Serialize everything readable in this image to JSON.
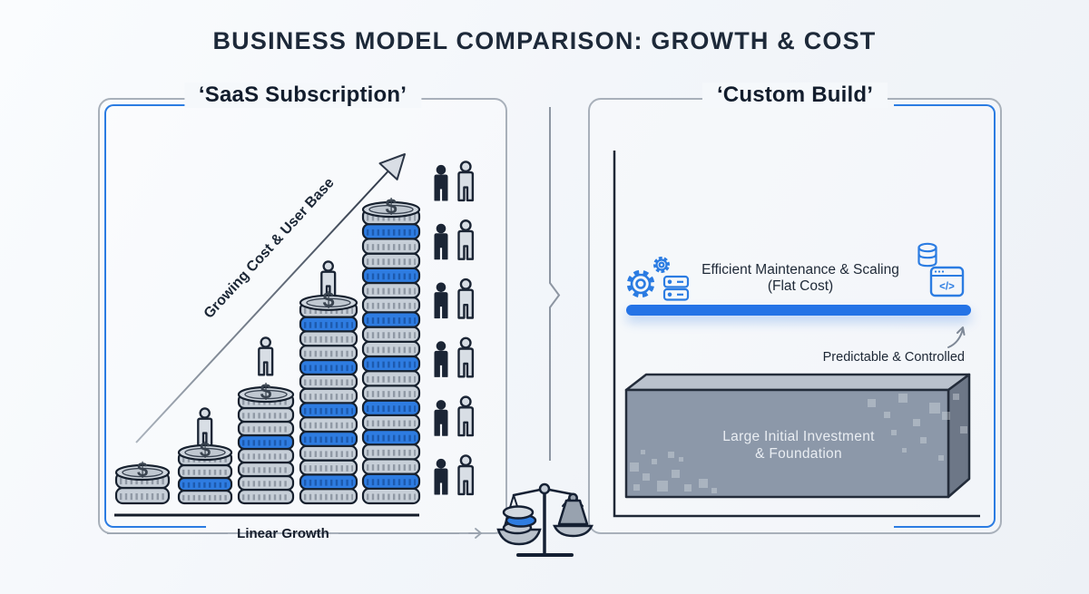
{
  "page": {
    "title": "BUSINESS MODEL COMPARISON: GROWTH & COST"
  },
  "left_panel": {
    "title": "‘SaaS Subscription’",
    "arrow_label": "Growing Cost & User Base",
    "axis_label": "Linear Growth",
    "coin_symbol": "$",
    "stacks": [
      {
        "coins": 2,
        "blue": []
      },
      {
        "coins": 4,
        "blue": [
          1
        ]
      },
      {
        "coins": 8,
        "blue": [
          4
        ]
      },
      {
        "coins": 14,
        "blue": [
          1,
          4,
          6,
          9,
          12
        ]
      },
      {
        "coins": 20,
        "blue": [
          1,
          4,
          6,
          9,
          12,
          15,
          18
        ]
      }
    ],
    "user_pair_rows": 6
  },
  "right_panel": {
    "title": "‘Custom Build’",
    "flat_line_label_1": "Efficient Maintenance & Scaling",
    "flat_line_label_2": "(Flat Cost)",
    "note": "Predictable & Controlled",
    "block_label_1": "Large Initial Investment",
    "block_label_2": "& Foundation",
    "code_icon_glyph": "</>"
  },
  "icons": [
    "gear-icon",
    "small-gear-icon",
    "server-icon",
    "database-icon",
    "code-window-icon",
    "balance-scale-icon",
    "user-icon",
    "coin-stack-icon",
    "growth-arrow-icon",
    "curved-arrow-icon"
  ],
  "colors": {
    "accent_blue": "#2b7ce2",
    "bar_blue": "#2473e6",
    "coin_blue": "#2e7ce1",
    "navy": "#1b2535",
    "panel_border": "#a8b0ba",
    "block_front": "#8c98a9"
  }
}
